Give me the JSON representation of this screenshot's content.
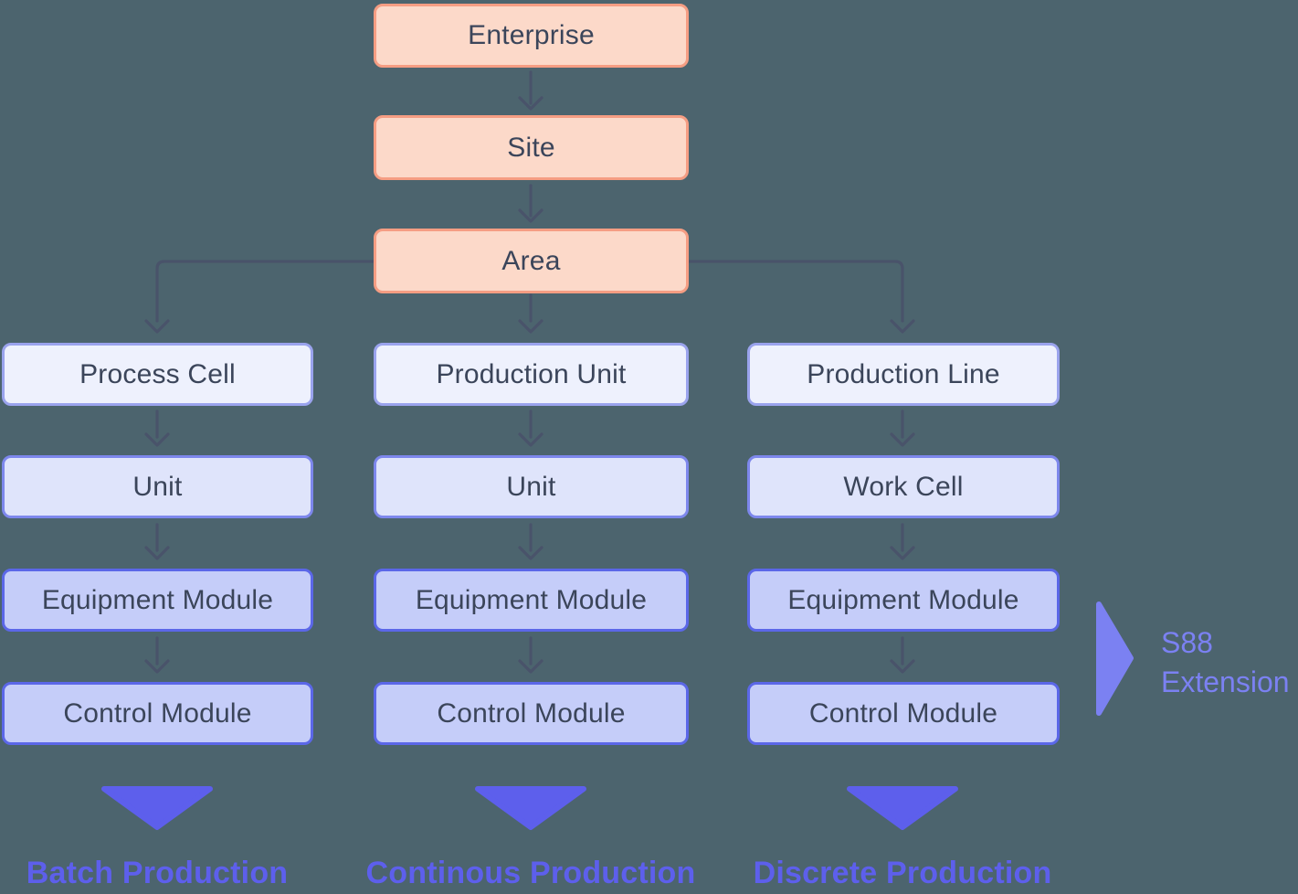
{
  "colors": {
    "background": "#4C646E",
    "peach_fill": "#FCD9C9",
    "peach_border": "#F59D83",
    "tier1_fill": "#EEF1FD",
    "tier1_border": "#9AA3ED",
    "tier2_fill": "#DFE4FB",
    "tier2_border": "#7D87EC",
    "tier3_fill": "#C5CDF9",
    "tier3_border": "#5B67E8",
    "connector": "#49536A",
    "node_text": "#3B455A",
    "accent": "#5D5FEC",
    "accent_light": "#7B81F2"
  },
  "root_chain": {
    "enterprise": "Enterprise",
    "site": "Site",
    "area": "Area"
  },
  "columns": [
    {
      "levels": [
        "Process Cell",
        "Unit",
        "Equipment Module",
        "Control Module"
      ],
      "production_type": "Batch Production"
    },
    {
      "levels": [
        "Production Unit",
        "Unit",
        "Equipment Module",
        "Control Module"
      ],
      "production_type": "Continous Production"
    },
    {
      "levels": [
        "Production Line",
        "Work Cell",
        "Equipment Module",
        "Control Module"
      ],
      "production_type": "Discrete Production"
    }
  ],
  "annotation": {
    "line1": "S88",
    "line2": "Extension"
  }
}
